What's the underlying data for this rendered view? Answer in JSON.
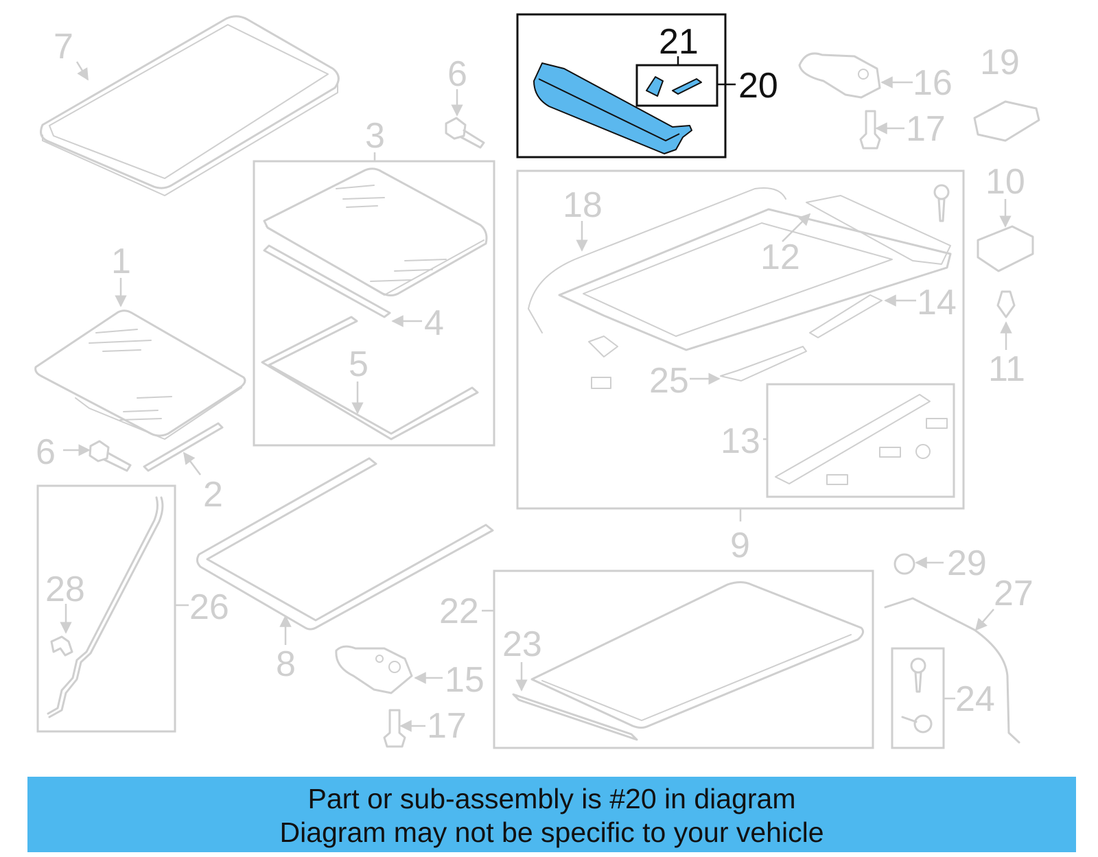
{
  "callouts": {
    "c1": "1",
    "c2": "2",
    "c3": "3",
    "c4": "4",
    "c5": "5",
    "c6a": "6",
    "c6b": "6",
    "c7": "7",
    "c8": "8",
    "c9": "9",
    "c10": "10",
    "c11": "11",
    "c12": "12",
    "c13": "13",
    "c14": "14",
    "c15": "15",
    "c16": "16",
    "c17a": "17",
    "c17b": "17",
    "c18": "18",
    "c19": "19",
    "c20": "20",
    "c21": "21",
    "c22": "22",
    "c23": "23",
    "c24": "24",
    "c25": "25",
    "c26": "26",
    "c27": "27",
    "c28": "28",
    "c29": "29"
  },
  "colors": {
    "highlight_fill": "#5bb8ee",
    "banner_background": "#4db8ef",
    "part_outline": "#cfcfcf",
    "highlight_outline": "#111111"
  },
  "highlighted_part": "20",
  "footer": {
    "line1": "Part or sub-assembly is #20 in diagram",
    "line2": "Diagram may not be specific to your vehicle"
  }
}
